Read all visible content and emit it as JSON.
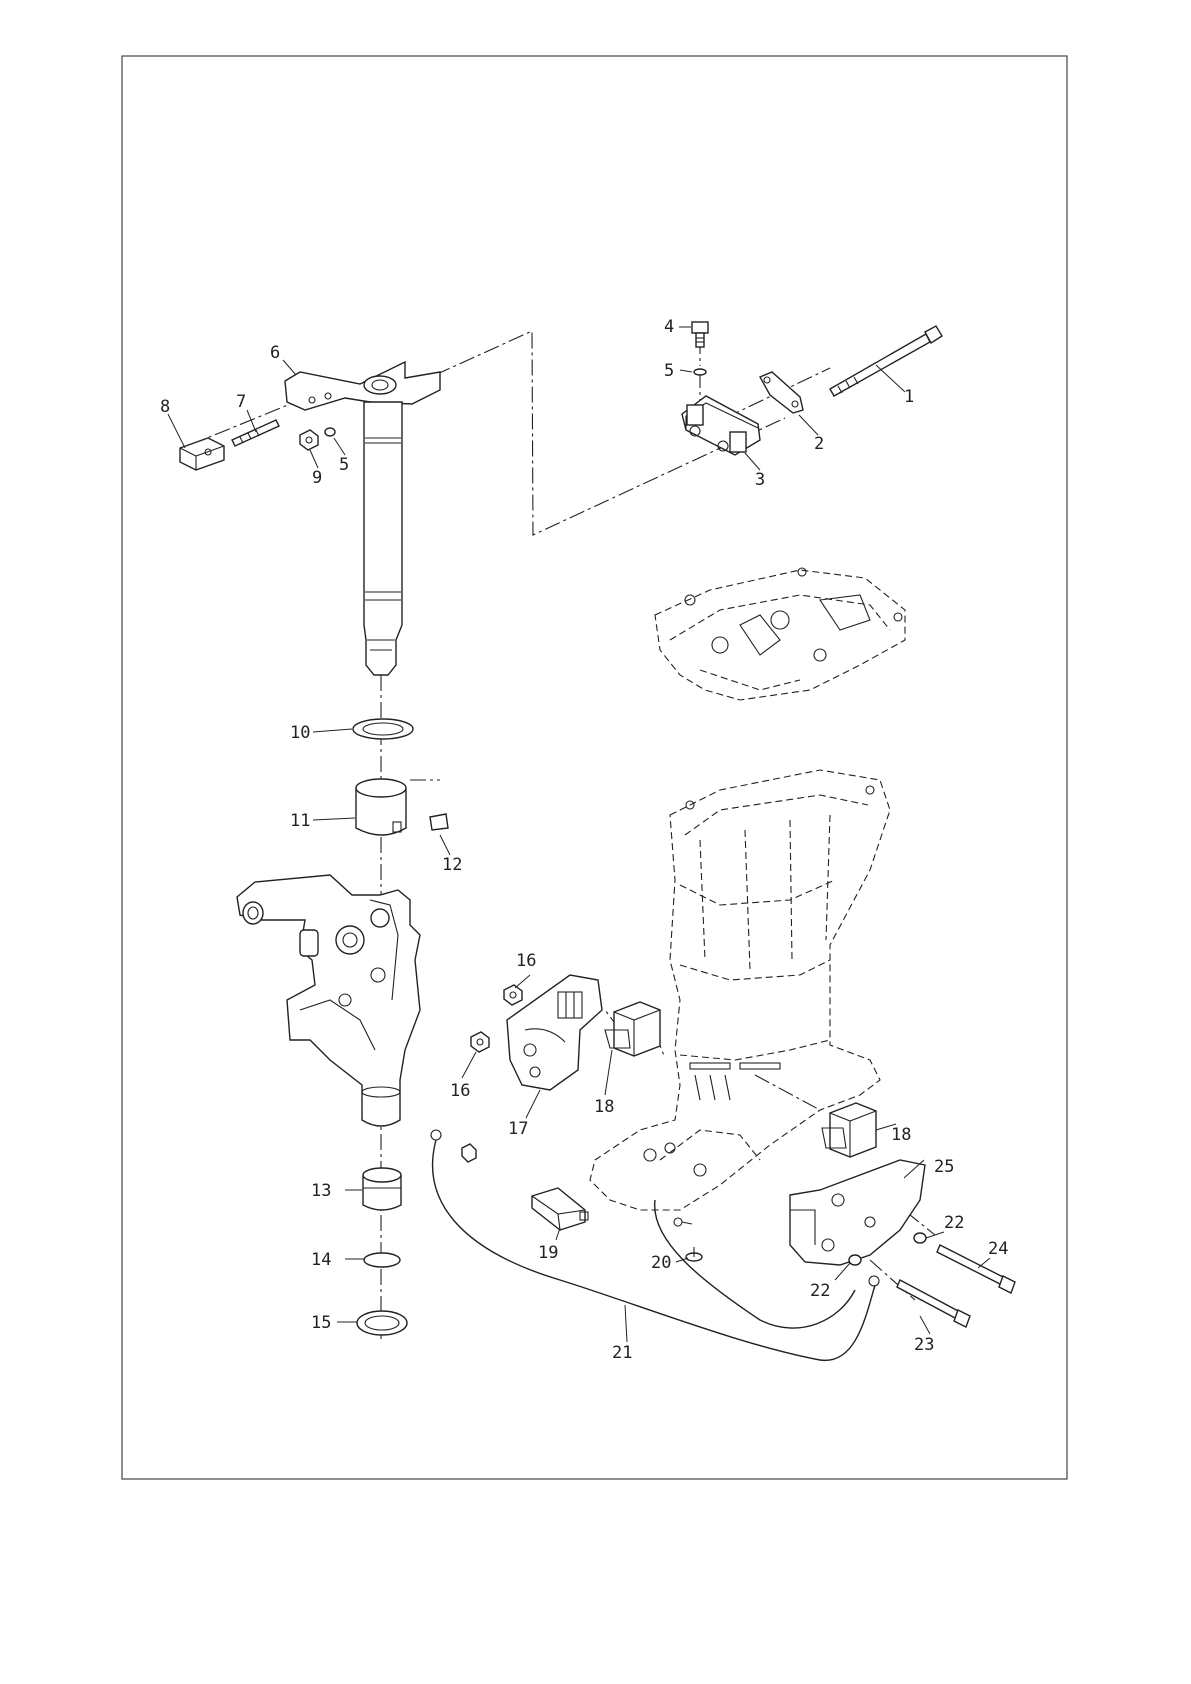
{
  "diagram": {
    "callouts": {
      "c1": "1",
      "c2": "2",
      "c3": "3",
      "c4": "4",
      "c5a": "5",
      "c5b": "5",
      "c6": "6",
      "c7": "7",
      "c8": "8",
      "c9": "9",
      "c10": "10",
      "c11": "11",
      "c12": "12",
      "c13": "13",
      "c14": "14",
      "c15": "15",
      "c16a": "16",
      "c16b": "16",
      "c17": "17",
      "c18a": "18",
      "c18b": "18",
      "c19": "19",
      "c20": "20",
      "c21": "21",
      "c22a": "22",
      "c22b": "22",
      "c23": "23",
      "c24": "24",
      "c25": "25"
    }
  }
}
